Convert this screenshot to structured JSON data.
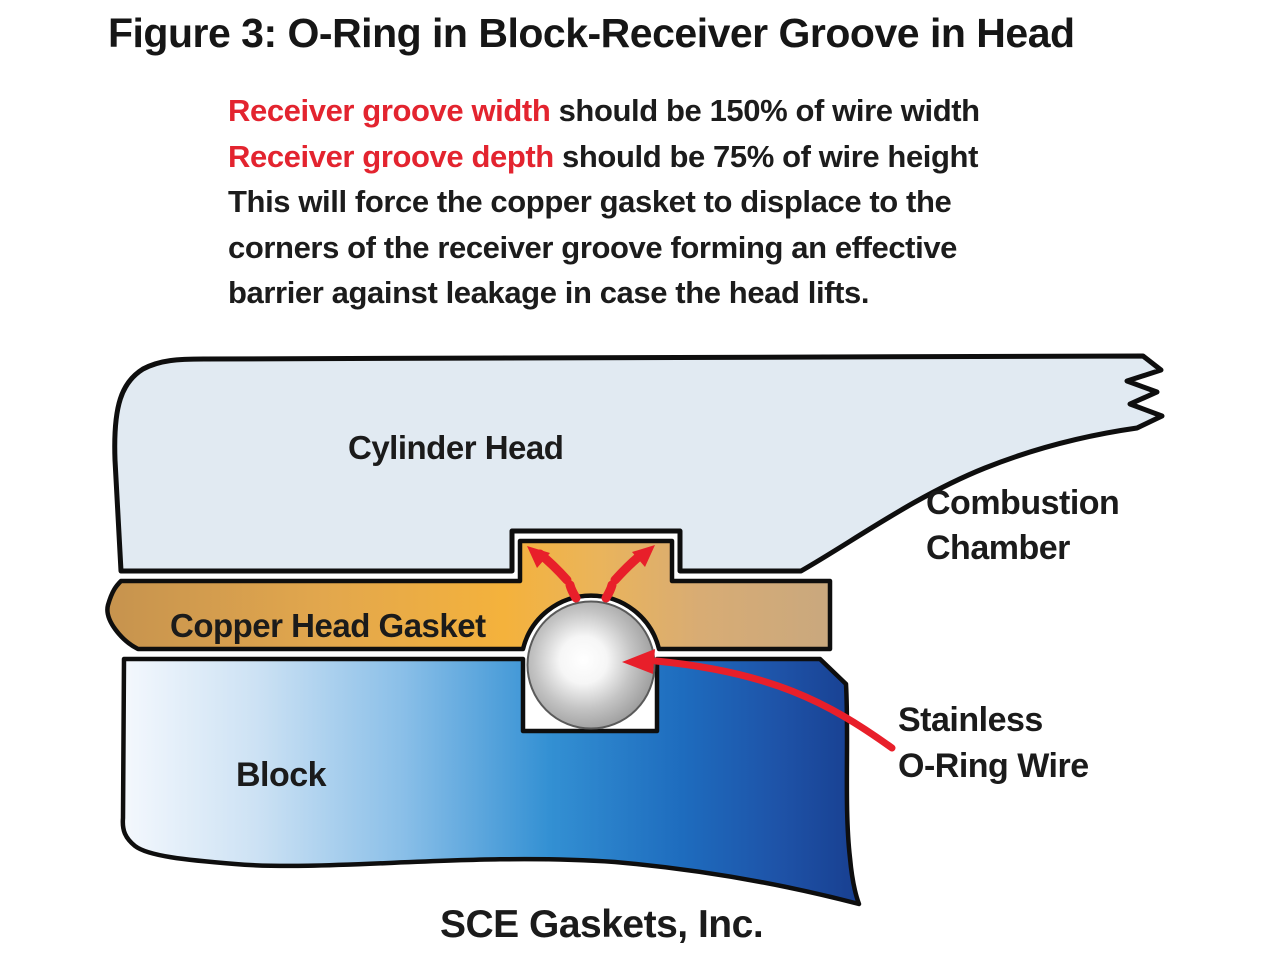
{
  "title": "Figure 3:  O-Ring in Block-Receiver Groove in Head",
  "notes": {
    "line1": {
      "highlight": "Receiver groove width",
      "rest": " should be 150% of wire width"
    },
    "line2": {
      "highlight": "Receiver groove depth",
      "rest": " should be 75% of wire height"
    },
    "line3": "This will force the copper gasket to displace to the",
    "line4": "corners of the receiver groove forming an effective",
    "line5": "barrier against leakage in case the head lifts."
  },
  "diagram": {
    "labels": {
      "cylinder_head": "Cylinder Head",
      "combustion_line1": "Combustion",
      "combustion_line2": "Chamber",
      "copper_head_gasket": "Copper Head Gasket",
      "block": "Block",
      "oring_line1": "Stainless",
      "oring_line2": "O-Ring Wire"
    },
    "colors": {
      "outline": "#0e0e0e",
      "head_fill": "#e1eaf2",
      "highlight_red": "#e3242f",
      "arrow_red": "#e81f2a",
      "gasket_brown": "#c6934e",
      "gasket_gold_bright": "#f4b23c",
      "gasket_tan": "#c9a87e",
      "block_blue_light": "#f4f8fd",
      "block_blue_mid": "#3390d3",
      "block_blue_deep": "#183f90",
      "wire_gray": "#969696",
      "wire_core": "#ffffff",
      "groove_white": "#ffffff"
    }
  },
  "footer": "SCE Gaskets, Inc."
}
